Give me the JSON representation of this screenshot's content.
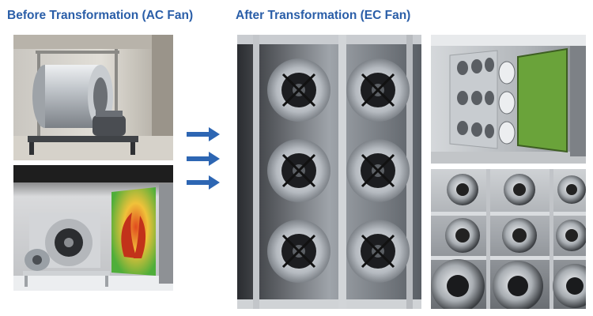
{
  "headings": {
    "before": "Before Transformation (AC Fan)",
    "after": "After Transformation (EC Fan)"
  },
  "colors": {
    "heading": "#2a5ea8",
    "arrow": "#2d66b3"
  },
  "photos": {
    "before_top": "ac-fan-unit-photo",
    "before_bottom": "ac-centrifugal-fan-photo",
    "after_main": "ec-fan-array-photo",
    "after_top_right": "ec-fan-grid-filter-photo",
    "after_bottom_right": "ec-fan-closeup-photo"
  },
  "icons": {
    "arrow": "right-arrow-icon"
  }
}
